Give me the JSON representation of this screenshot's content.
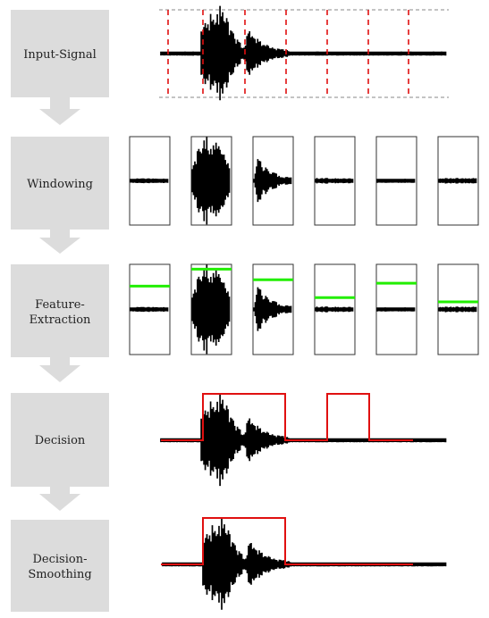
{
  "stages": [
    {
      "id": "input-signal",
      "lines": [
        "Input-Signal"
      ]
    },
    {
      "id": "windowing",
      "lines": [
        "Windowing"
      ]
    },
    {
      "id": "feature-extraction",
      "lines": [
        "Feature-",
        "Extraction"
      ]
    },
    {
      "id": "decision",
      "lines": [
        "Decision"
      ]
    },
    {
      "id": "decision-smoothing",
      "lines": [
        "Decision-",
        "Smoothing"
      ]
    }
  ],
  "windows": {
    "count": 6,
    "feature_levels": [
      0.55,
      0.95,
      0.7,
      0.28,
      0.62,
      0.18
    ]
  },
  "decisions": {
    "raw": [
      0,
      1,
      1,
      0,
      1,
      0
    ],
    "smoothed": [
      0,
      1,
      1,
      0,
      0,
      0
    ]
  },
  "colors": {
    "stage_box": "#dcdcdc",
    "window_line": "#e01010",
    "feature_line": "#22ee00",
    "decision_line": "#e01010",
    "waveform": "#000000"
  }
}
